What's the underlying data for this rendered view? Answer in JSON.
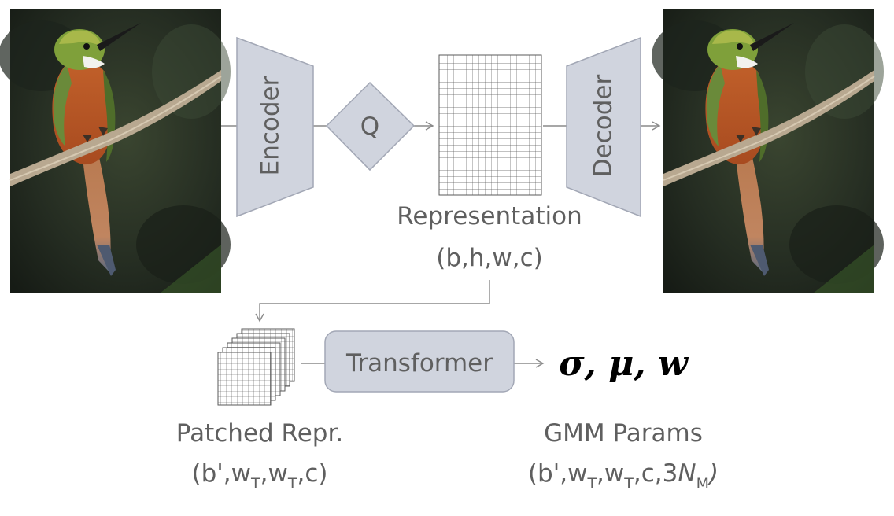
{
  "blocks": {
    "encoder": "Encoder",
    "quantizer": "Q",
    "decoder": "Decoder",
    "transformer": "Transformer"
  },
  "representation": {
    "label": "Representation",
    "shape": "(b,h,w,c)"
  },
  "patched": {
    "label": "Patched Repr.",
    "shape_prefix": "(b',w",
    "sub_1": "T",
    "sep": ",w",
    "sub_2": "T",
    "shape_suffix": ",c)"
  },
  "gmm": {
    "label": "GMM Params",
    "shape_prefix": "(b',w",
    "sub_1": "T",
    "sep": ",w",
    "sub_2": "T",
    "mid": ",c,3",
    "n_symbol": "N",
    "n_sub": "M",
    "close": ")"
  },
  "outputs": {
    "params": "σ, μ, w"
  },
  "colors": {
    "block_fill": "#d0d4de",
    "block_stroke": "#a2a7b5",
    "grid_line": "#5a5a5a",
    "arrow": "#8a8a8a",
    "label_text": "#5f5f5f"
  }
}
